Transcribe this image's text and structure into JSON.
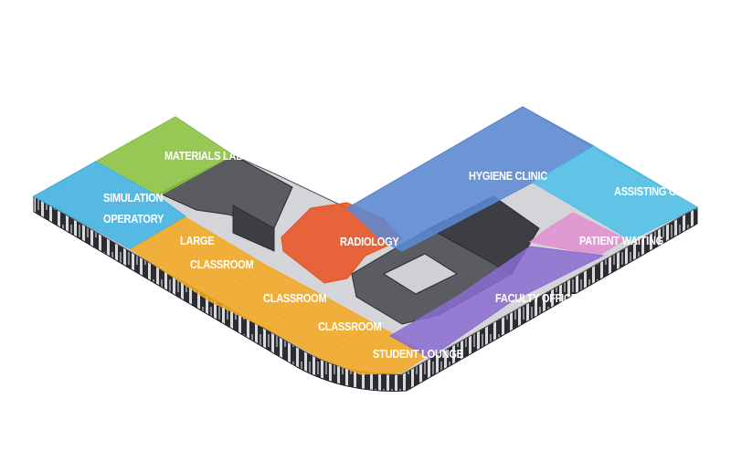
{
  "rooms": [
    {
      "id": "materials-lab",
      "lines": [
        "MATERIALS LAB"
      ],
      "color": "#8cc63f"
    },
    {
      "id": "simulation-operatory",
      "lines": [
        "SIMULATION",
        "OPERATORY"
      ],
      "color": "#3fb4e5"
    },
    {
      "id": "large-classroom",
      "lines": [
        "LARGE",
        "CLASSROOM"
      ],
      "color": "#f3a81f"
    },
    {
      "id": "classroom-1",
      "lines": [
        "CLASSROOM"
      ],
      "color": "#f3a81f"
    },
    {
      "id": "classroom-2",
      "lines": [
        "CLASSROOM"
      ],
      "color": "#f3a81f"
    },
    {
      "id": "student-lounge",
      "lines": [
        "STUDENT LOUNGE"
      ],
      "color": "#f3a81f"
    },
    {
      "id": "radiology",
      "lines": [
        "RADIOLOGY"
      ],
      "color": "#ea4f1f"
    },
    {
      "id": "hygiene-clinic",
      "lines": [
        "HYGIENE CLINIC"
      ],
      "color": "#5a8ad6"
    },
    {
      "id": "assisting-clinic",
      "lines": [
        "ASSISTING CLINIC"
      ],
      "color": "#4cc0e8"
    },
    {
      "id": "patient-waiting",
      "lines": [
        "PATIENT WAITING"
      ],
      "color": "#e08fd0"
    },
    {
      "id": "faculty-offices",
      "lines": [
        "FACULTY OFFICES"
      ],
      "color": "#8a6bd1"
    }
  ]
}
